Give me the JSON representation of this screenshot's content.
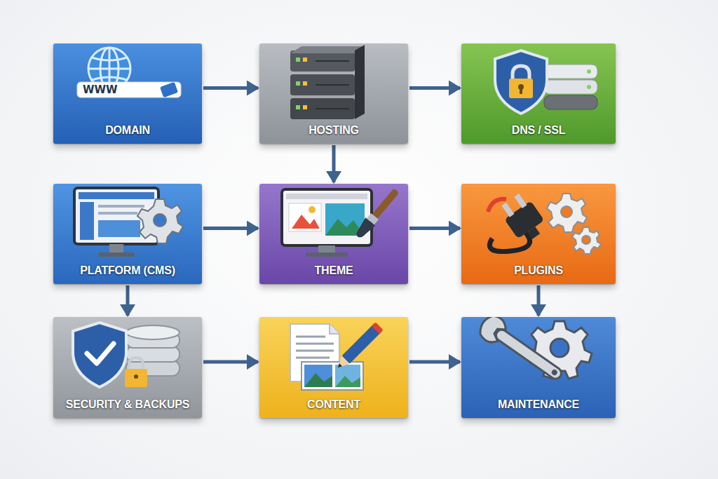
{
  "diagram": {
    "nodes": [
      {
        "text": [
          "WWW",
          "DOMAIN"
        ]
      },
      {
        "text": [
          "HOSTING"
        ]
      },
      {
        "text": [
          "DNS / SSL"
        ]
      },
      {
        "text": [
          "PLATFORM (CMS)"
        ]
      },
      {
        "text": [
          "THEME"
        ]
      },
      {
        "text": [
          "PLUGINS"
        ]
      },
      {
        "text": [
          "SECURITY & BACKUPS"
        ]
      },
      {
        "text": [
          "CONTENT"
        ]
      },
      {
        "text": [
          "MAINTENANCE"
        ]
      }
    ],
    "edges": [
      {
        "from": 0,
        "to": 1,
        "arrow": "to"
      },
      {
        "from": 1,
        "to": 2,
        "arrow": "to"
      },
      {
        "from": 1,
        "to": 4,
        "arrow": "to"
      },
      {
        "from": 3,
        "to": 4,
        "arrow": "to"
      },
      {
        "from": 4,
        "to": 5,
        "arrow": "to"
      },
      {
        "from": 3,
        "to": 6,
        "arrow": "to"
      },
      {
        "from": 5,
        "to": 8,
        "arrow": "to"
      },
      {
        "from": 6,
        "to": 7,
        "arrow": "to"
      },
      {
        "from": 7,
        "to": 8,
        "arrow": "to"
      }
    ]
  }
}
